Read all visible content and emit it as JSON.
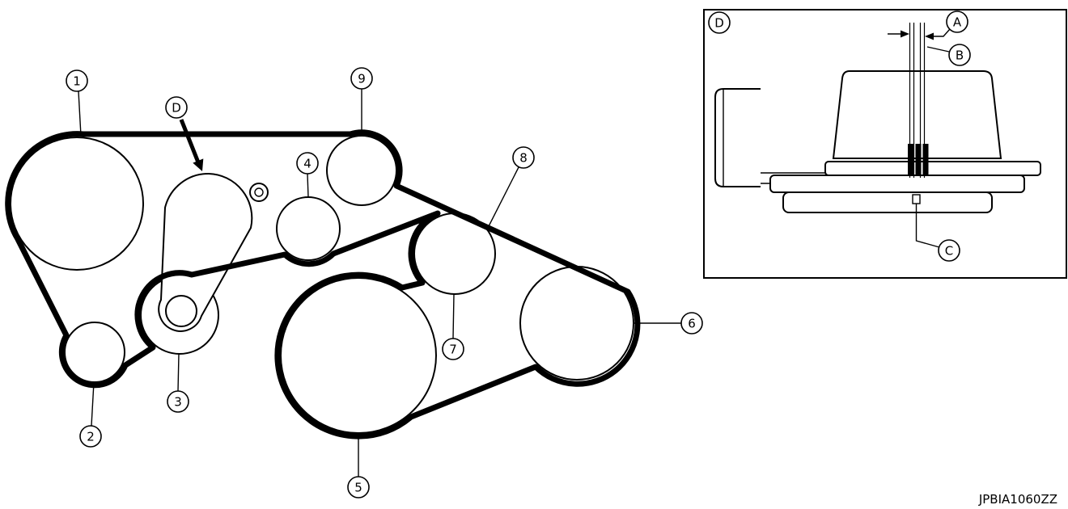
{
  "figure_code": "JPBIA1060ZZ",
  "colors": {
    "line": "#000000",
    "background": "#ffffff",
    "belt": "#000000"
  },
  "callouts": {
    "n1": "1",
    "n2": "2",
    "n3": "3",
    "n4": "4",
    "n5": "5",
    "n6": "6",
    "n7": "7",
    "n8": "8",
    "n9": "9",
    "d": "D"
  },
  "inset": {
    "d": "D",
    "a": "A",
    "b": "B",
    "c": "C"
  }
}
